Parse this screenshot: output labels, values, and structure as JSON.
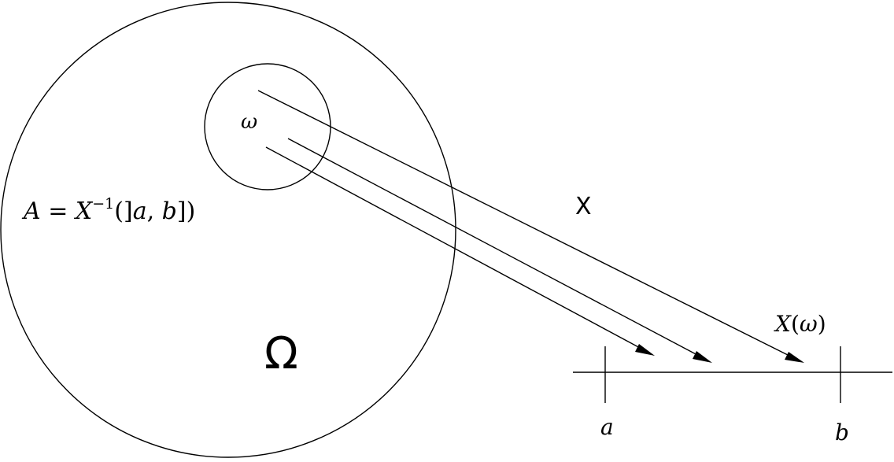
{
  "labels": {
    "omega": "ω",
    "set_a_prefix": "A",
    "set_a_eq": " = ",
    "set_a_X": "X",
    "set_a_sup": "−1",
    "set_a_open": "(]",
    "set_a_a": "a",
    "set_a_comma": ", ",
    "set_a_b": "b",
    "set_a_close": "])",
    "map_name": "X",
    "image_X": "X",
    "image_open": "(",
    "image_omega": "ω",
    "image_close": ")",
    "sample_space": "Ω",
    "tick_a": "a",
    "tick_b": "b"
  },
  "colors": {
    "stroke": "#000000",
    "background": "#ffffff"
  }
}
